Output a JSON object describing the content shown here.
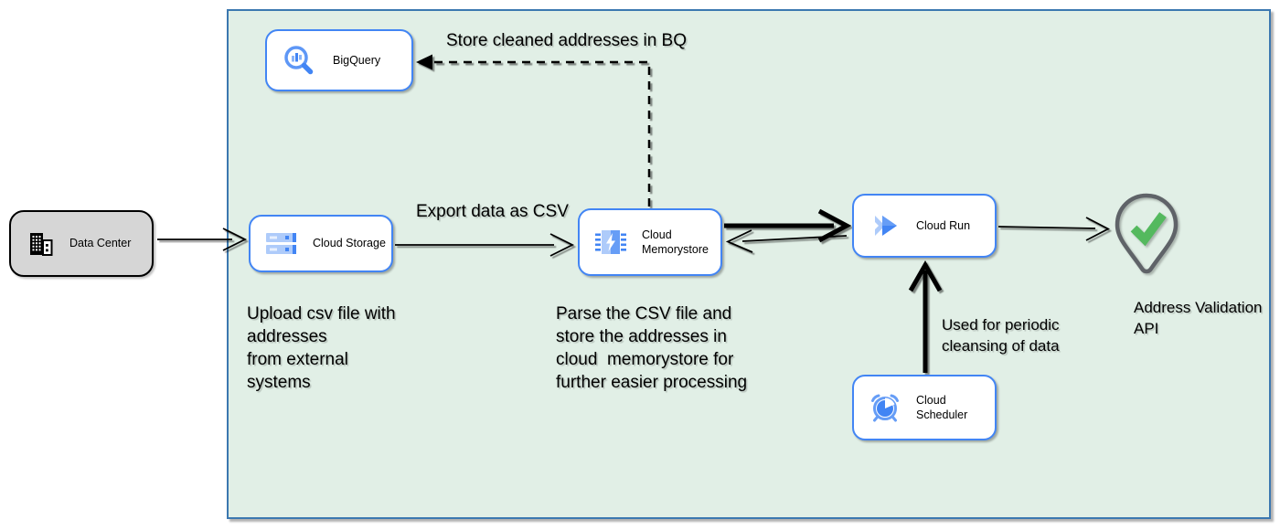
{
  "nodes": {
    "data_center": {
      "label": "Data Center"
    },
    "bigquery": {
      "label": "BigQuery"
    },
    "cloud_storage": {
      "label": "Cloud Storage"
    },
    "cloud_memorystore": {
      "label": "Cloud\nMemorystore"
    },
    "cloud_run": {
      "label": "Cloud Run"
    },
    "cloud_scheduler": {
      "label": "Cloud Scheduler"
    },
    "address_validation_api": {
      "label": "Address Validation\nAPI"
    }
  },
  "annotations": {
    "store_bq": "Store cleaned addresses in BQ",
    "export_csv": "Export data as CSV",
    "upload_note": "Upload csv file with\naddresses\nfrom external\nsystems",
    "parse_note": "Parse the CSV file and\nstore the addresses in\ncloud  memorystore for\nfurther easier processing",
    "periodic_note": "Used for periodic\ncleansing of data"
  },
  "colors": {
    "zone_fill": "#e1efe6",
    "zone_border": "#3c78b0",
    "node_border": "#4285f4",
    "node_fill": "#ffffff",
    "data_center_fill": "#d6d6d6",
    "arrow": "#000000",
    "icon_blue": "#4285f4",
    "icon_light_blue": "#aecbfa",
    "check_green": "#54b95e",
    "pin_gray": "#5f6368"
  }
}
